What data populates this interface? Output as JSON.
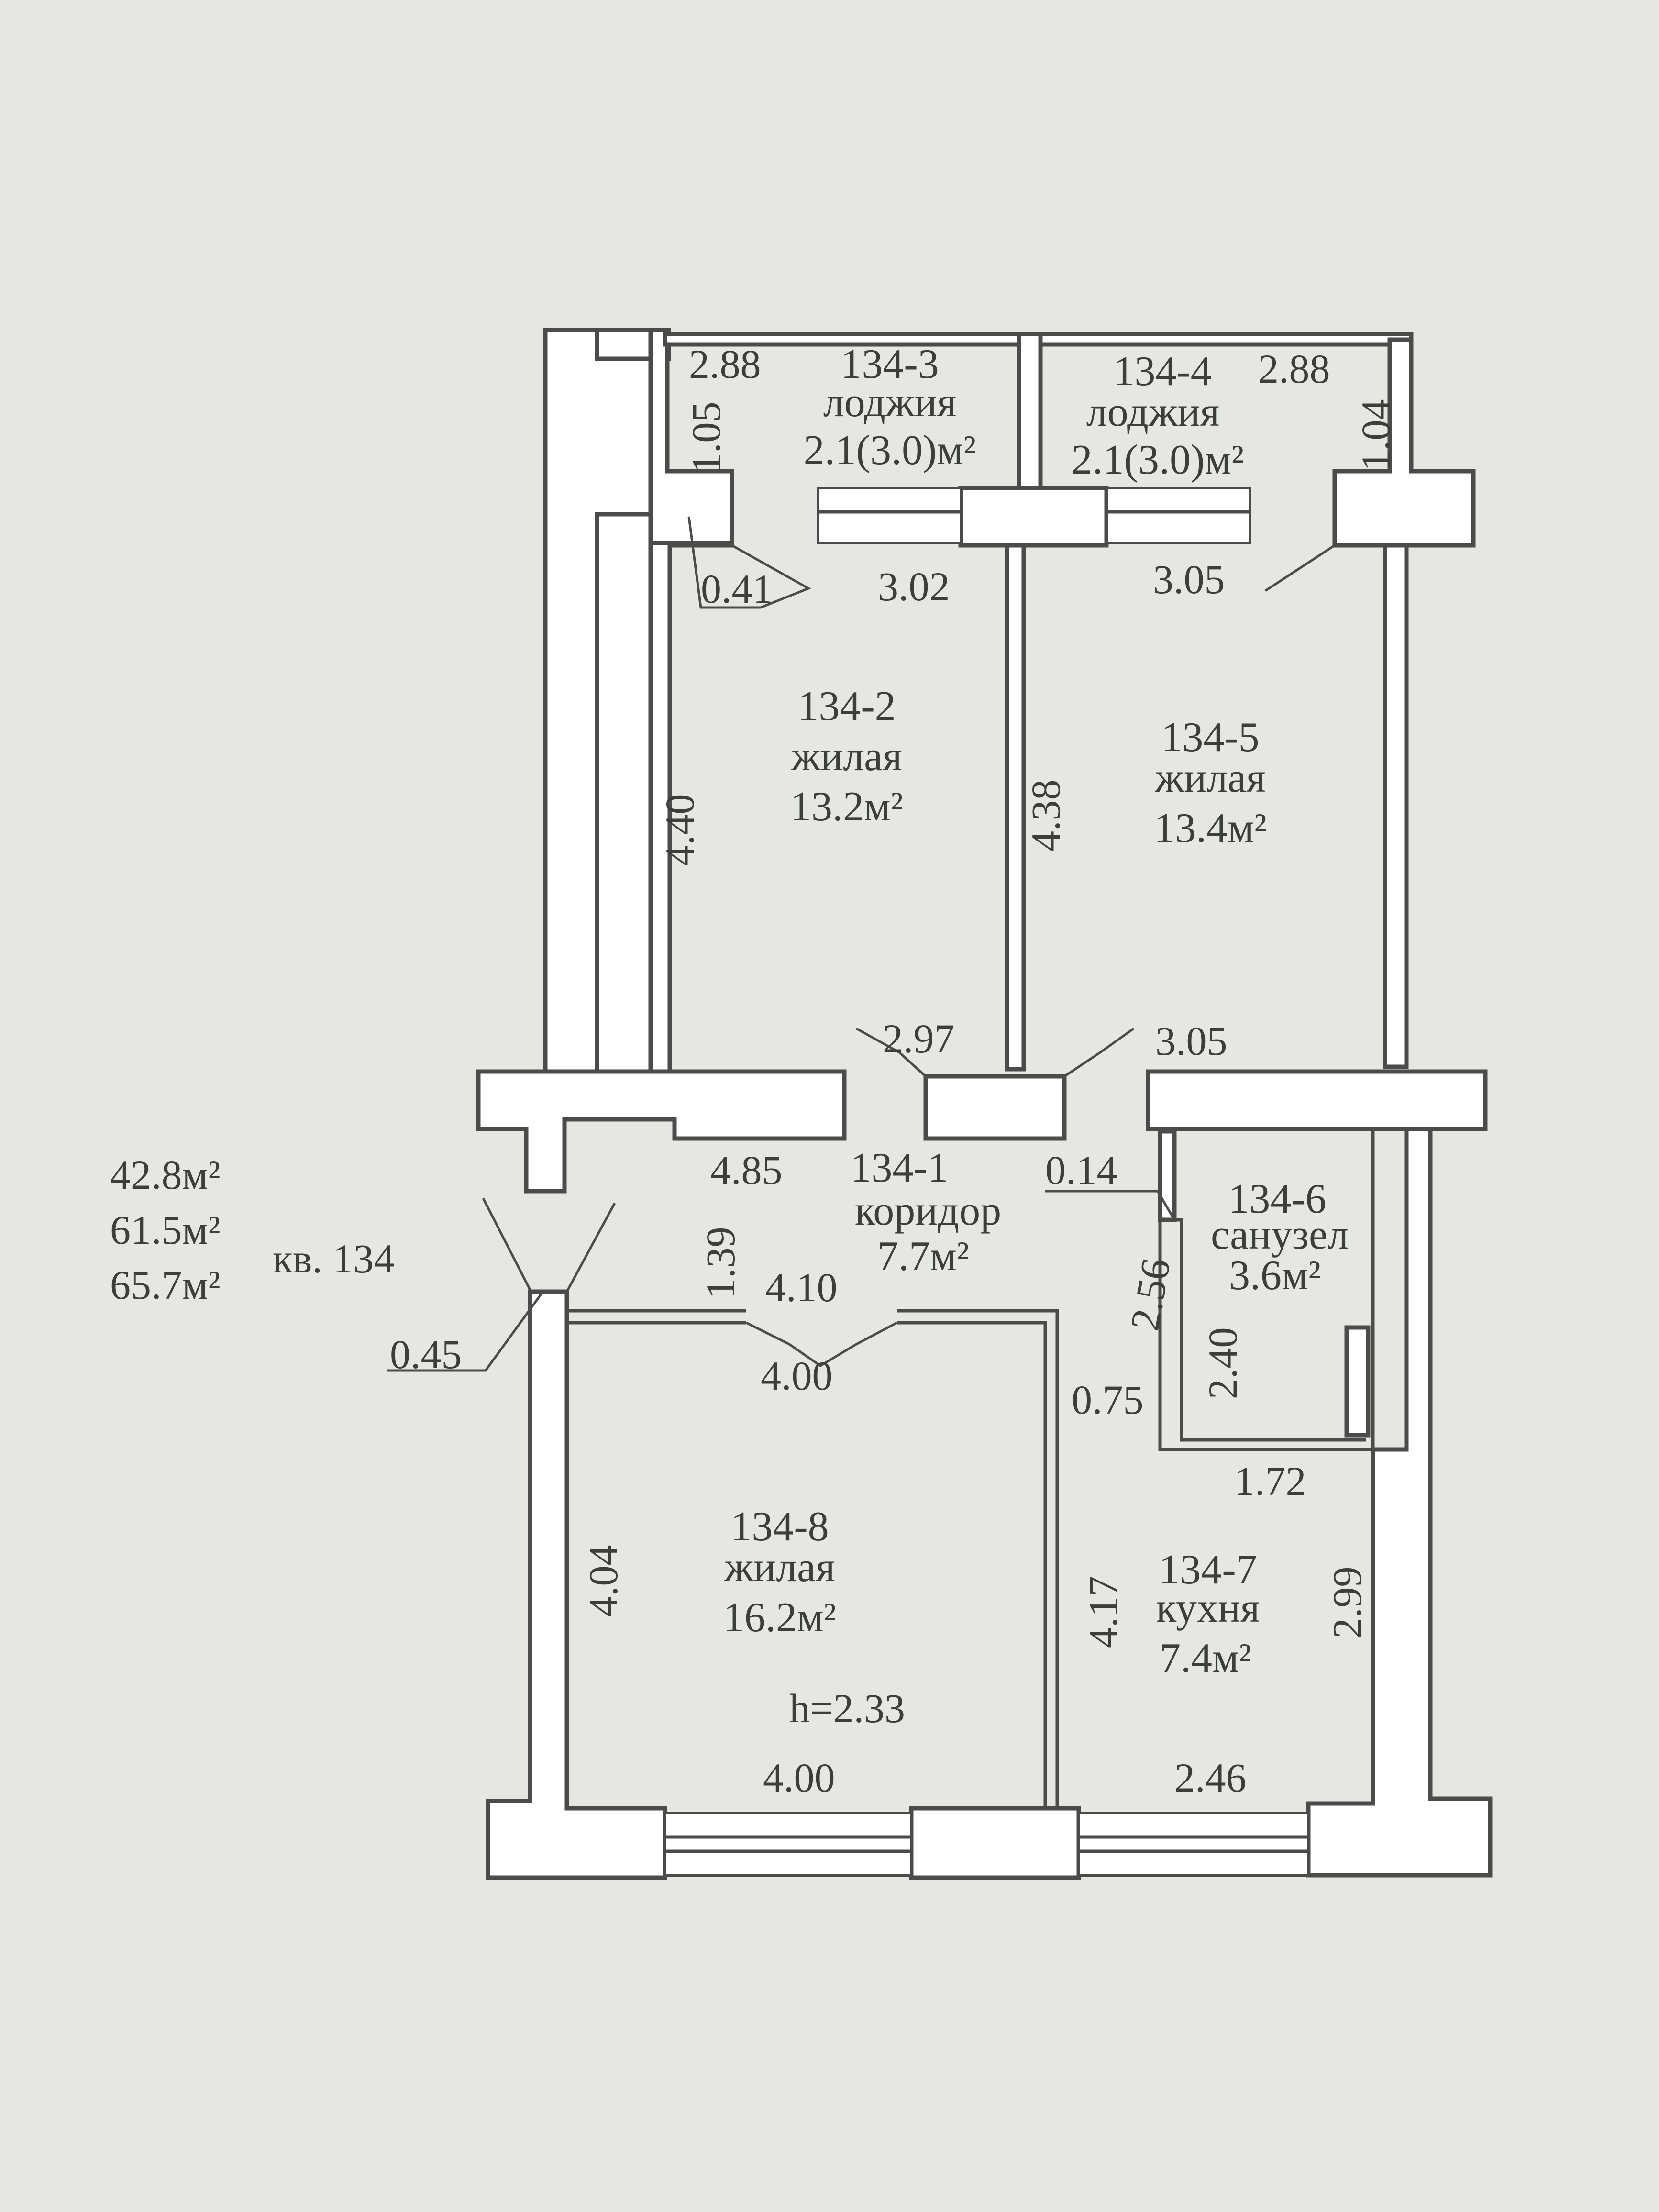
{
  "apartment": {
    "label": "кв. 134",
    "areas": [
      "42.8м²",
      "61.5м²",
      "65.7м²"
    ],
    "ceiling_height": "h=2.33"
  },
  "rooms": [
    {
      "id": "134-1",
      "name": "коридор",
      "area": "7.7м²"
    },
    {
      "id": "134-2",
      "name": "жилая",
      "area": "13.2м²"
    },
    {
      "id": "134-3",
      "name": "лоджия",
      "area": "2.1(3.0)м²"
    },
    {
      "id": "134-4",
      "name": "лоджия",
      "area": "2.1(3.0)м²"
    },
    {
      "id": "134-5",
      "name": "жилая",
      "area": "13.4м²"
    },
    {
      "id": "134-6",
      "name": "санузел",
      "area": "3.6м²"
    },
    {
      "id": "134-7",
      "name": "кухня",
      "area": "7.4м²"
    },
    {
      "id": "134-8",
      "name": "жилая",
      "area": "16.2м²"
    }
  ],
  "dimensions": {
    "loggia3_width": "2.88",
    "loggia3_depth": "1.05",
    "loggia4_width": "2.88",
    "loggia4_depth": "1.04",
    "wall_041": "0.41",
    "room2_top": "3.02",
    "room2_height": "4.40",
    "room2_bottom": "2.97",
    "room5_top": "3.05",
    "room5_height": "4.38",
    "room5_bottom": "3.05",
    "corridor_len": "4.85",
    "wall_014": "0.14",
    "corridor_width": "1.39",
    "corridor_410": "4.10",
    "wall_045": "0.45",
    "room8_top": "4.00",
    "room8_height": "4.04",
    "room8_bottom": "4.00",
    "bath_diag": "2.56",
    "bath_height": "2.40",
    "kitchen_wall": "0.75",
    "bath_width": "1.72",
    "kitchen_height_left": "4.17",
    "kitchen_height_right": "2.99",
    "kitchen_bottom": "2.46"
  }
}
